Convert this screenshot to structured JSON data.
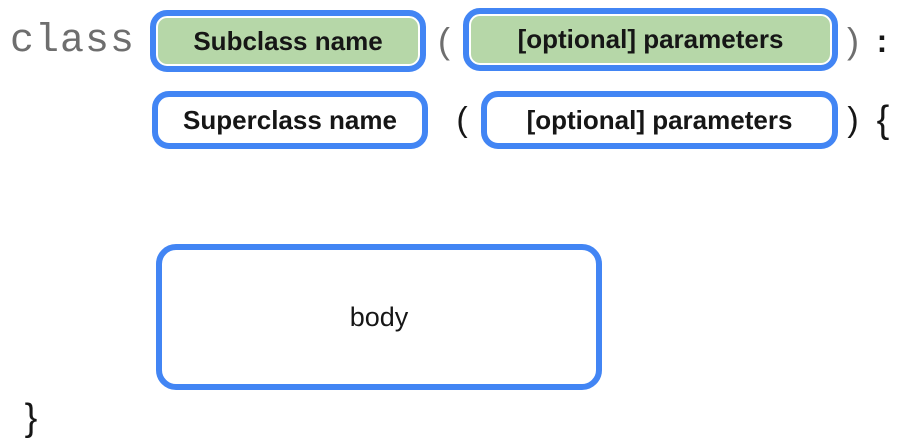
{
  "syntax": {
    "keyword": "class",
    "line1": {
      "subclass": "Subclass name",
      "paren_open": "(",
      "parameters": "[optional] parameters",
      "paren_close": ")",
      "colon": ":"
    },
    "line2": {
      "superclass": "Superclass name",
      "paren_open": "(",
      "parameters": "[optional] parameters",
      "paren_close": ")",
      "brace_open": "{"
    },
    "body": "body",
    "brace_close": "}"
  },
  "colors": {
    "border_blue": "#4285f4",
    "fill_green": "#b6d7a8",
    "fill_white": "#ffffff",
    "keyword_gray": "#6e6e6e",
    "text_black": "#161616"
  }
}
